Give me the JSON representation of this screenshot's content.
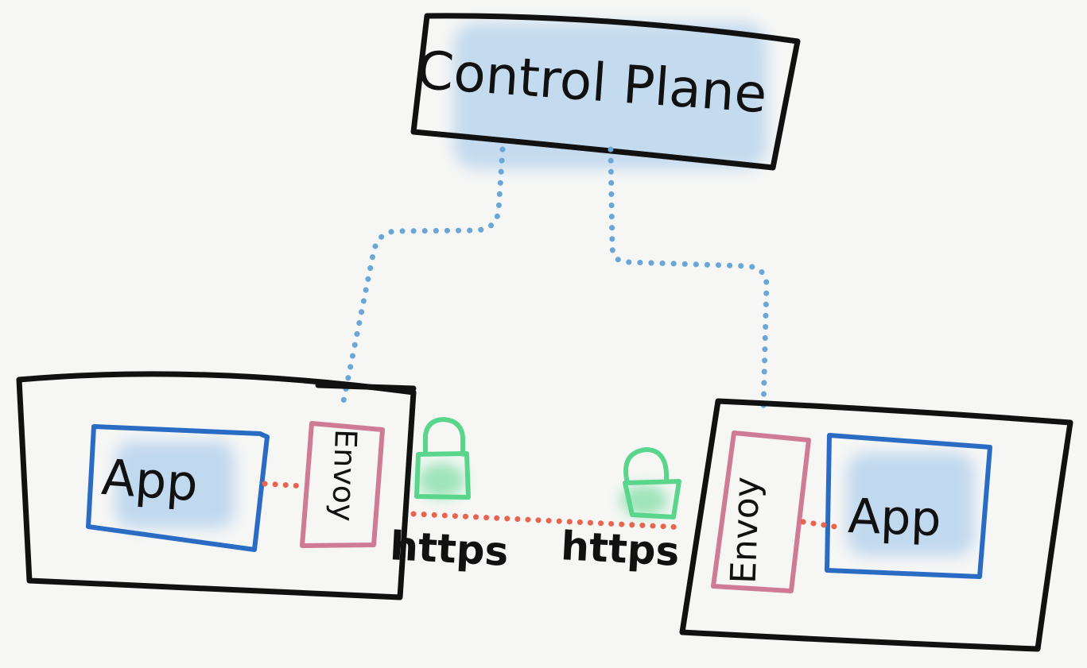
{
  "control_plane": {
    "label": "Control Plane"
  },
  "left_node": {
    "app_label": "App",
    "proxy_label": "Envoy"
  },
  "right_node": {
    "app_label": "App",
    "proxy_label": "Envoy"
  },
  "links": {
    "left_protocol": "https",
    "right_protocol": "https"
  },
  "icons": {
    "left_lock": "lock-icon",
    "right_lock": "lock-icon"
  },
  "colors": {
    "background": "#f6f6f5",
    "box_stroke": "#111111",
    "app_stroke": "#2a6cc4",
    "app_fill": "#bcd6ee",
    "envoy_stroke": "#cf7b98",
    "control_link": "#6aa6d6",
    "data_link": "#e8644f",
    "lock": "#59d68b"
  }
}
